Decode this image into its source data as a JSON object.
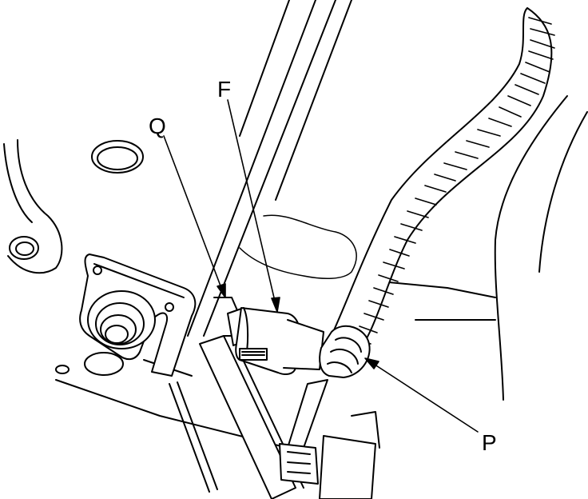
{
  "callouts": {
    "q": "Q",
    "f": "F",
    "p": "P"
  },
  "colors": {
    "line": "#000000",
    "fill": "#ffffff"
  }
}
